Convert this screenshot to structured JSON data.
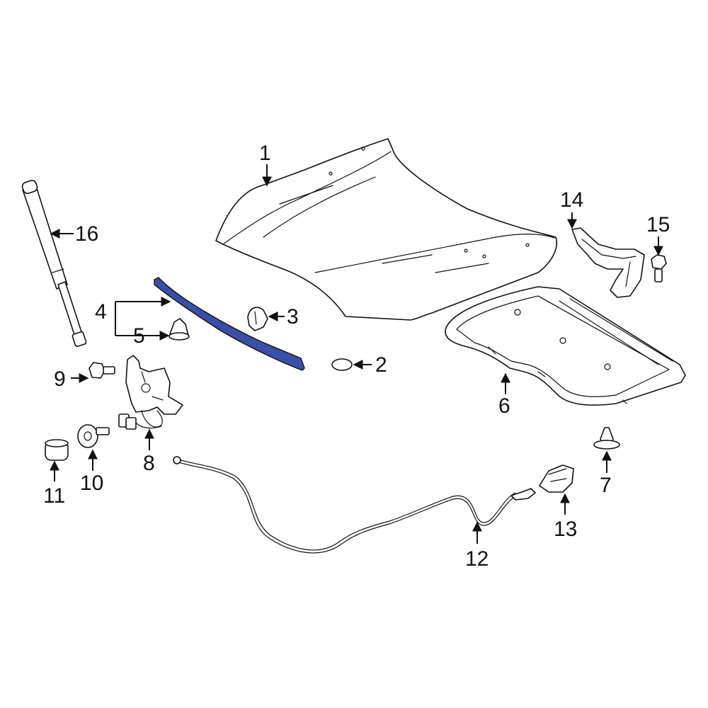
{
  "highlight_color": "#3a4fa8",
  "line_color": "#111111",
  "background_color": "#ffffff",
  "callouts": {
    "c1": "1",
    "c2": "2",
    "c3": "3",
    "c4": "4",
    "c5": "5",
    "c6": "6",
    "c7": "7",
    "c8": "8",
    "c9": "9",
    "c10": "10",
    "c11": "11",
    "c12": "12",
    "c13": "13",
    "c14": "14",
    "c15": "15",
    "c16": "16"
  }
}
